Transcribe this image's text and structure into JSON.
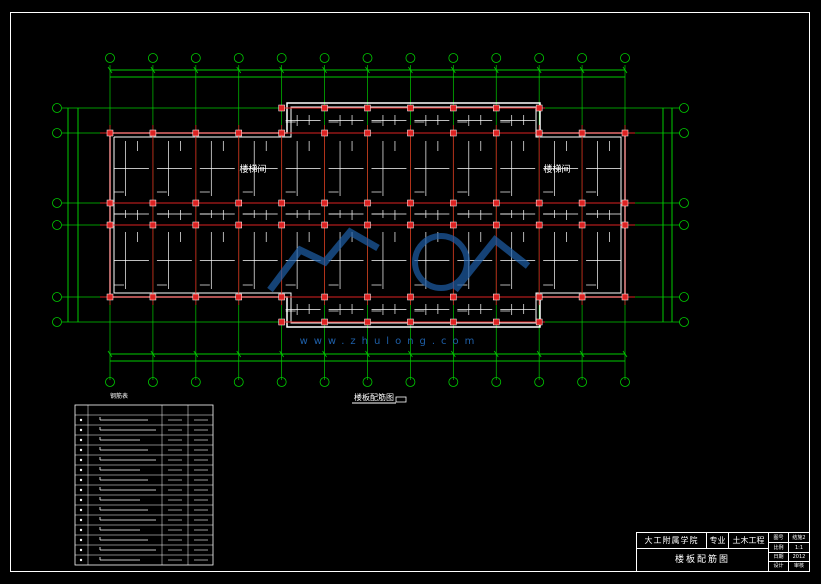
{
  "drawing": {
    "plan_title": "楼板配筋图",
    "left_label": "楼梯间",
    "right_label": "楼梯间",
    "watermark": "www.zhulong.com"
  },
  "schedule": {
    "title": "钢筋表",
    "rows": 15
  },
  "title_block": {
    "school": "大工附属学院",
    "major_label": "专业",
    "major": "土木工程",
    "drawing_name": "楼板配筋图",
    "cells": [
      "图号",
      "结施2",
      "比例",
      "1:1",
      "日期",
      "2012",
      "设计",
      "审核"
    ]
  },
  "colors": {
    "grid": "#00cc00",
    "beam": "#dd2222",
    "line": "#ffffff",
    "watermark": "#1e5fa8"
  }
}
